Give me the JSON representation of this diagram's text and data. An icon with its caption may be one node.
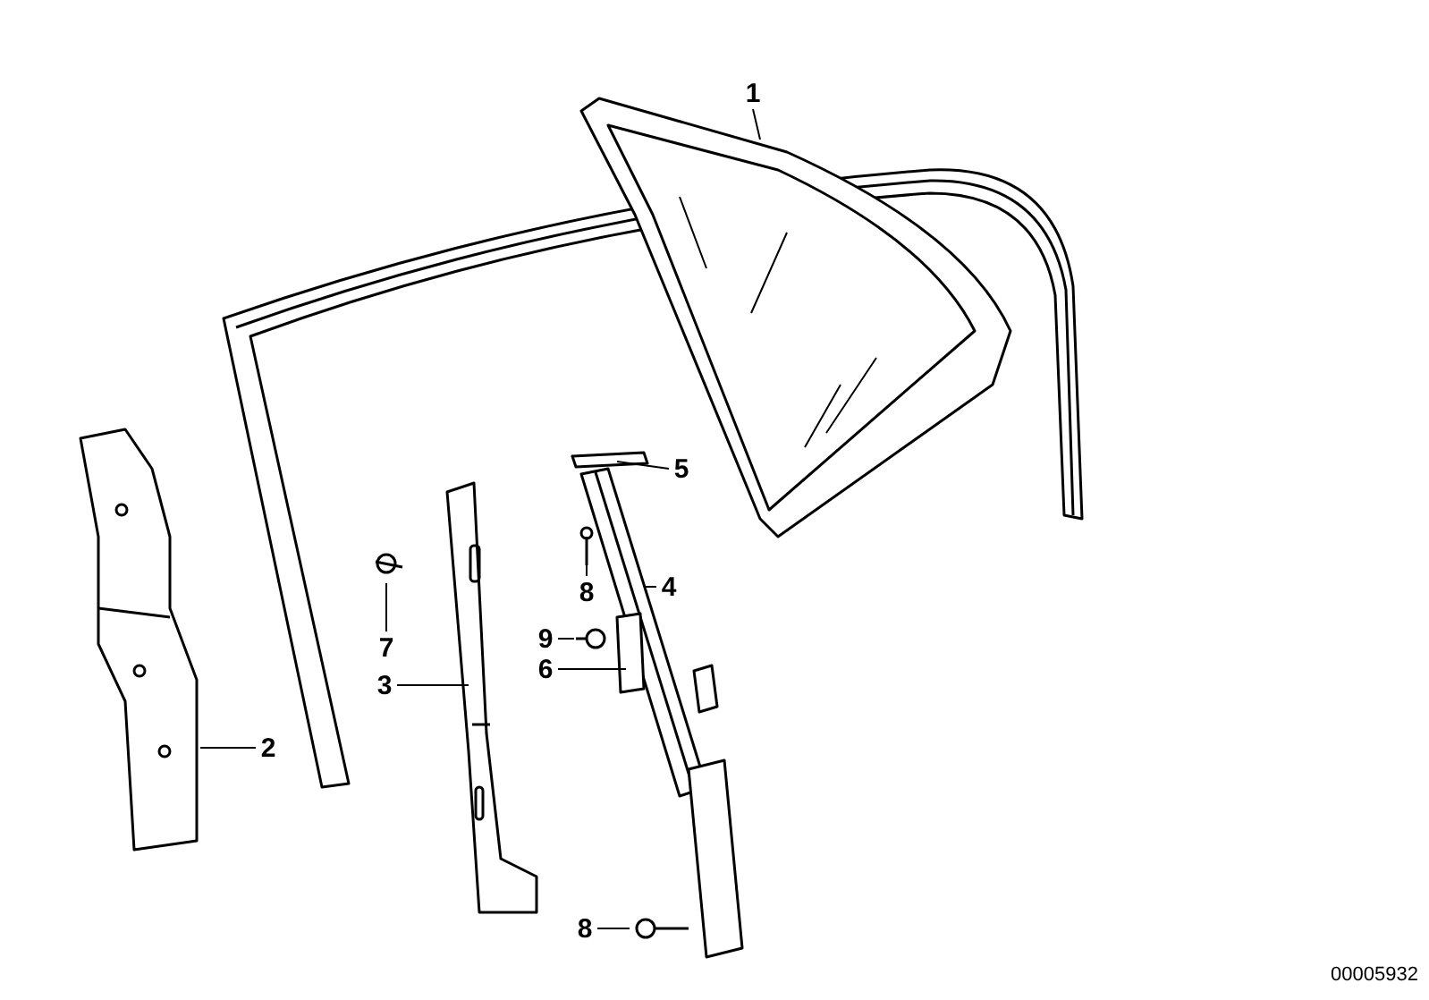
{
  "diagram": {
    "nodes": [
      {
        "text": [
          "1"
        ]
      },
      {
        "text": [
          "5"
        ]
      },
      {
        "text": [
          "8"
        ]
      },
      {
        "text": [
          "4"
        ]
      },
      {
        "text": [
          "9"
        ]
      },
      {
        "text": [
          "7"
        ]
      },
      {
        "text": [
          "6"
        ]
      },
      {
        "text": [
          "3"
        ]
      },
      {
        "text": [
          "2"
        ]
      },
      {
        "text": [
          "8"
        ]
      }
    ],
    "edges": [
      {
        "from": 0,
        "to": null,
        "arrow": "none"
      },
      {
        "from": 1,
        "to": null,
        "arrow": "none"
      },
      {
        "from": 2,
        "to": null,
        "arrow": "none"
      },
      {
        "from": 3,
        "to": null,
        "arrow": "none"
      },
      {
        "from": 4,
        "to": null,
        "arrow": "none"
      },
      {
        "from": 5,
        "to": null,
        "arrow": "none"
      },
      {
        "from": 6,
        "to": null,
        "arrow": "none"
      },
      {
        "from": 7,
        "to": null,
        "arrow": "none"
      },
      {
        "from": 8,
        "to": null,
        "arrow": "none"
      },
      {
        "from": 9,
        "to": null,
        "arrow": "none"
      }
    ],
    "labels": [
      "00005932"
    ]
  }
}
